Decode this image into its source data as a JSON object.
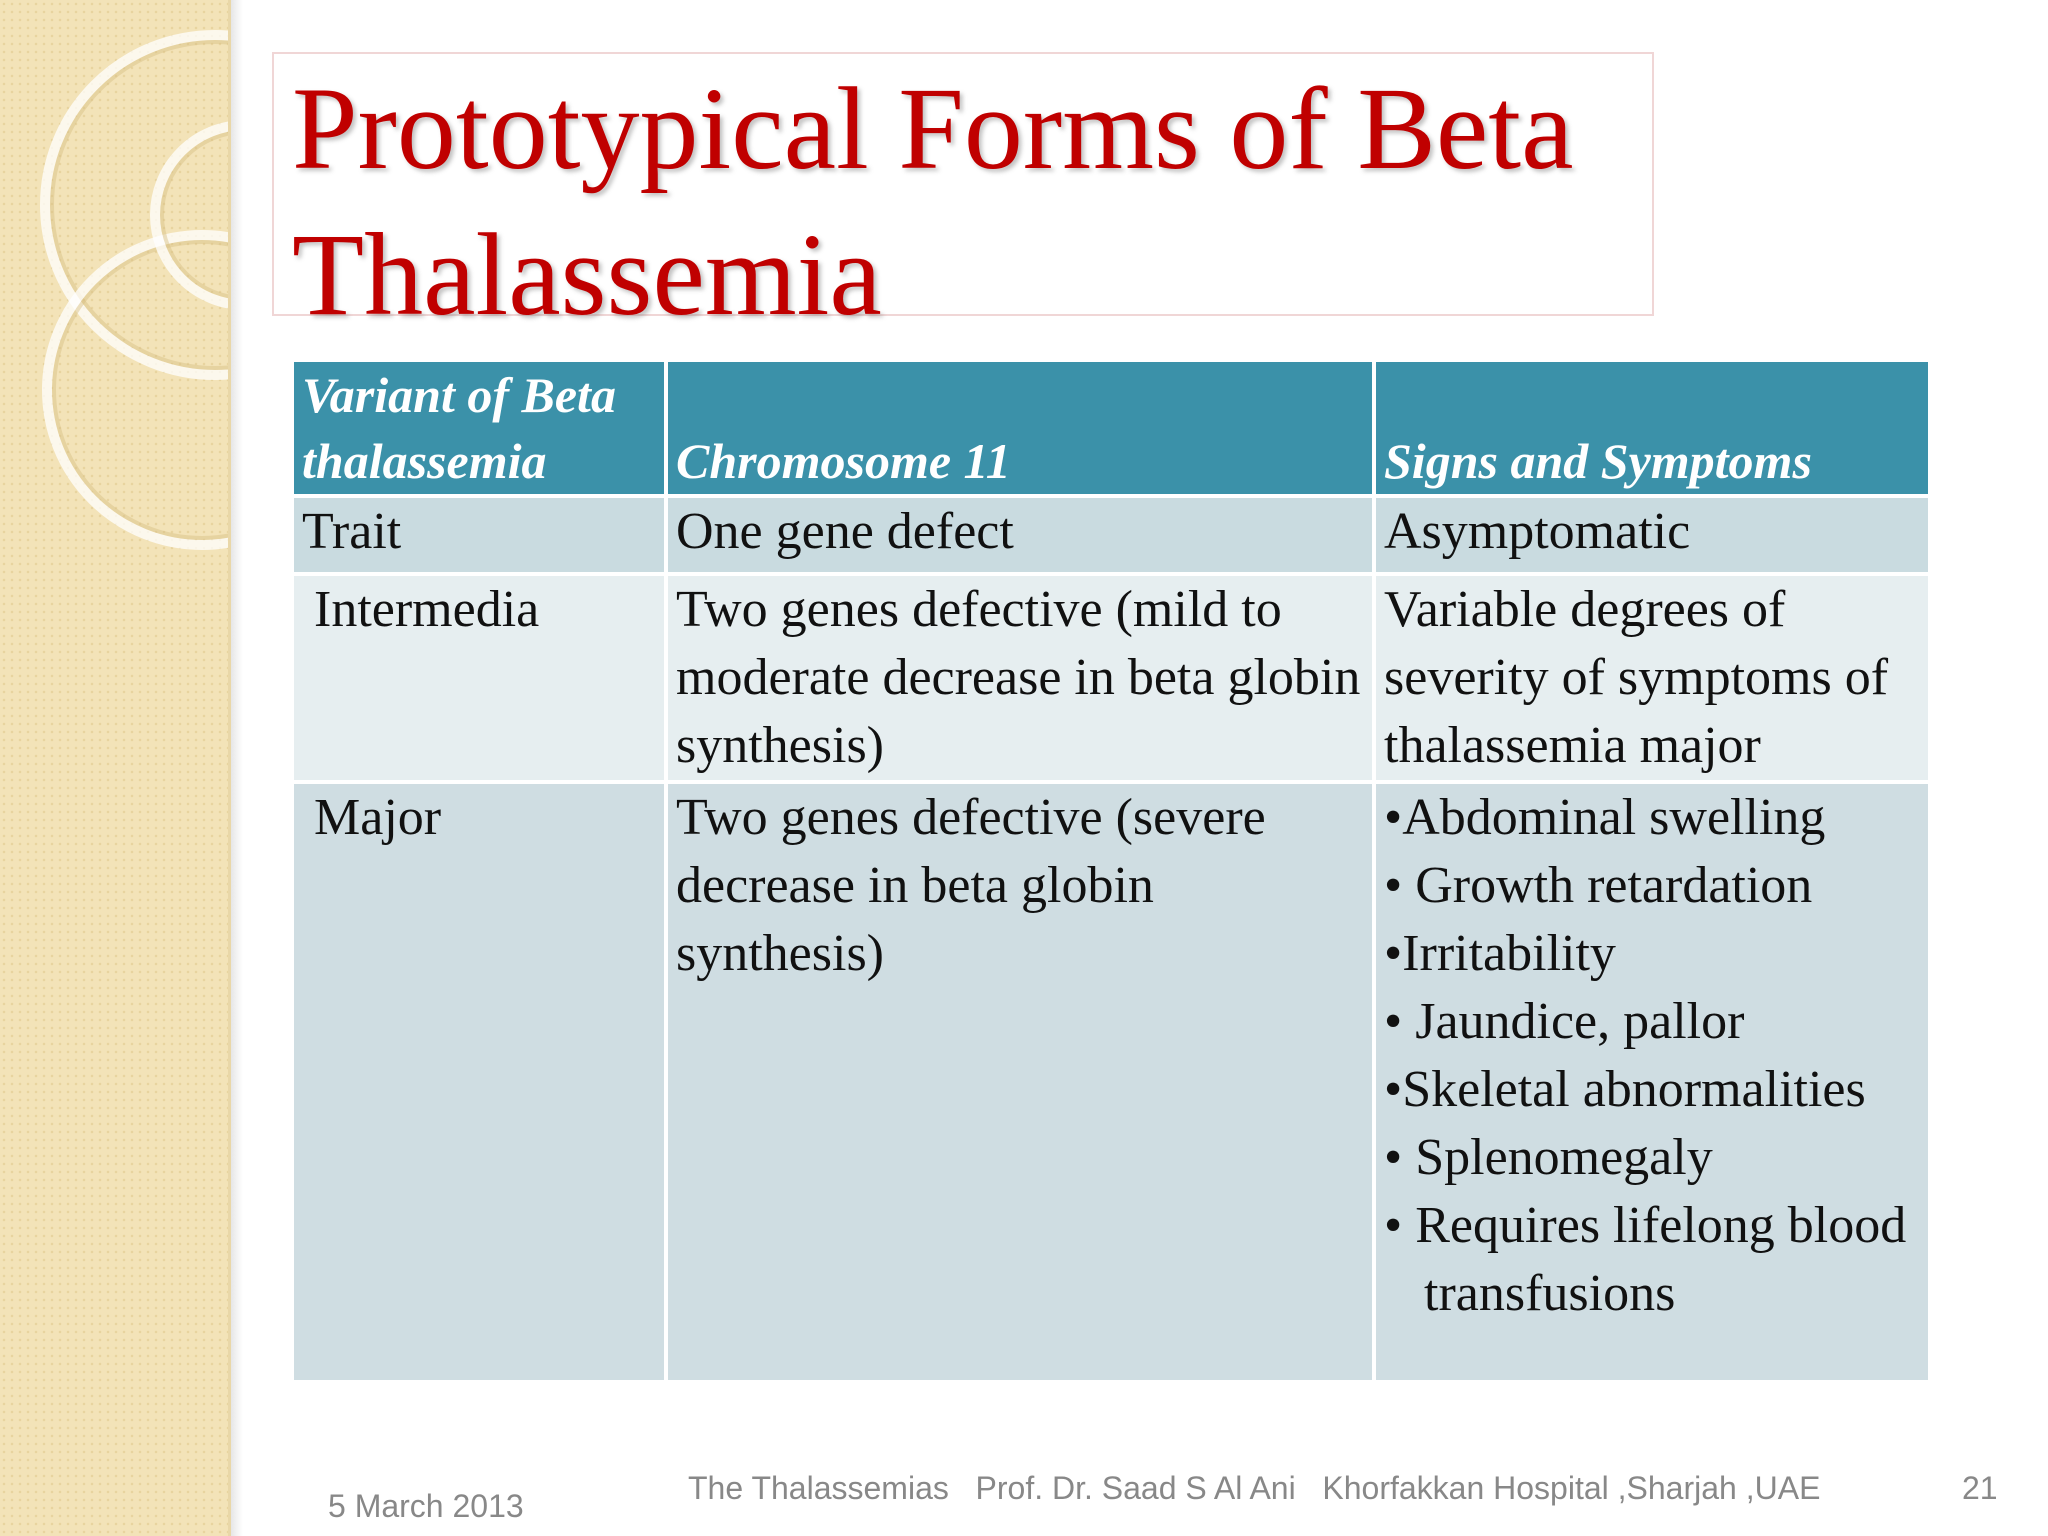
{
  "slide": {
    "title": "Prototypical Forms of Beta Thalassemia",
    "table": {
      "headers": [
        "Variant of Beta thalassemia",
        "Chromosome 11",
        "Signs and Symptoms"
      ],
      "rows": [
        {
          "variant": "Trait",
          "chromosome": "One gene defect",
          "symptoms": [
            "Asymptomatic"
          ]
        },
        {
          "variant": "Intermedia",
          "chromosome": "Two genes defective (mild to moderate decrease in beta globin synthesis)",
          "symptoms": [
            "Variable degrees of severity of symptoms of thalassemia major"
          ]
        },
        {
          "variant": "Major",
          "chromosome": "Two genes defective (severe decrease in beta globin synthesis)",
          "symptoms": [
            "•Abdominal swelling",
            "• Growth retardation",
            "•Irritability",
            "• Jaundice, pallor",
            "•Skeletal abnormalities",
            "• Splenomegaly",
            "• Requires lifelong blood",
            "transfusions"
          ]
        }
      ]
    },
    "footer": {
      "date": "5 March 2013",
      "center": "The Thalassemias   Prof. Dr. Saad S Al Ani   Khorfakkan Hospital ,Sharjah ,UAE",
      "page_number": "21"
    }
  }
}
